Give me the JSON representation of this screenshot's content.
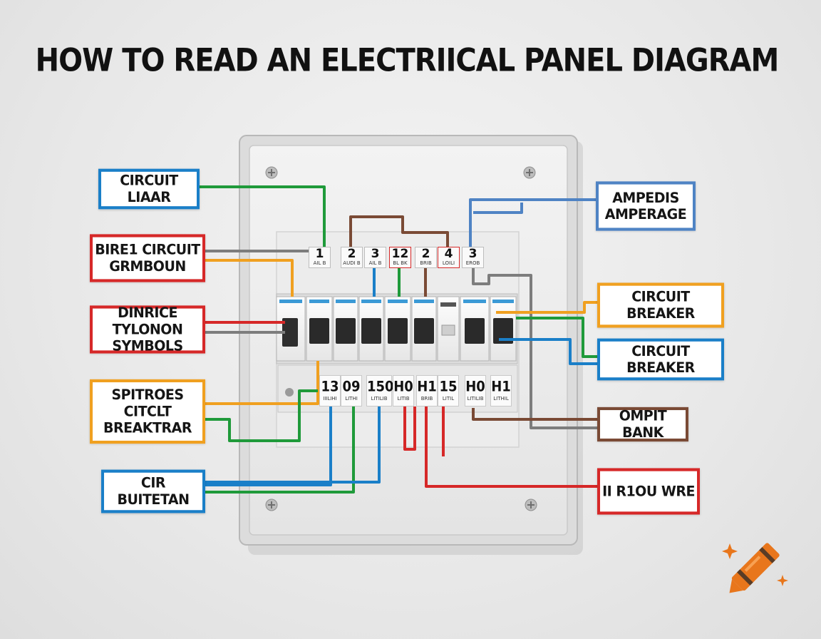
{
  "title": "HOW TO READ AN ELECTRIICAL PANEL DIAGRAM",
  "colors": {
    "green": "#1f9a3a",
    "red": "#d62828",
    "orange": "#f0a020",
    "blue": "#1a7fc8",
    "brown": "#7a4a35",
    "gray": "#7d7d7d",
    "lightblue": "#4f83c4",
    "crayon": "#e8761c"
  },
  "callouts": {
    "circuit_liaar": "CIRCUIT LIAAR",
    "bire1_circuit": [
      "BIRE1 CIRCUIT",
      "GRMBOUN"
    ],
    "dinrice_symbols": [
      "DINRICE TYLONON",
      "SYMBOLS"
    ],
    "spitroes_breaktrar": [
      "SPITROES",
      "CITCLT",
      "BREAKTRAR"
    ],
    "cir_buitetan": "CIR BUITETAN",
    "ampedis_amperage": [
      "AMPEDIS",
      "AMPERAGE"
    ],
    "circuit_breaker_top": "CIRCUIT BREAKER",
    "circuit_breaker_bottom": "CIRCUIT BREAKER",
    "ompit_bank": "OMPIT BANK",
    "ii_r1ou_wre": "II R1OU WRE"
  },
  "top_labels": [
    {
      "num": "1",
      "sub": "AIL B"
    },
    {
      "num": "2",
      "sub": "AUDI B"
    },
    {
      "num": "3",
      "sub": "AIL B"
    },
    {
      "num": "12",
      "sub": "BL BK"
    },
    {
      "num": "2",
      "sub": "BRIB"
    },
    {
      "num": "4",
      "sub": "LOILI"
    },
    {
      "num": "3",
      "sub": "EROB"
    }
  ],
  "bottom_labels": [
    {
      "num": "13",
      "sub": "IIILIHI"
    },
    {
      "num": "09",
      "sub": "LITHI"
    },
    {
      "num": "150",
      "sub": "LITILIB"
    },
    {
      "num": "H0",
      "sub": "LITIB"
    },
    {
      "num": "H1",
      "sub": "BRIB"
    },
    {
      "num": "15",
      "sub": "LITIL"
    },
    {
      "num": "H0",
      "sub": "LITILIB"
    },
    {
      "num": "H1",
      "sub": "LITHIL"
    }
  ],
  "icons": {
    "crayon": "crayon-icon",
    "sparkle": "sparkle-icon"
  }
}
